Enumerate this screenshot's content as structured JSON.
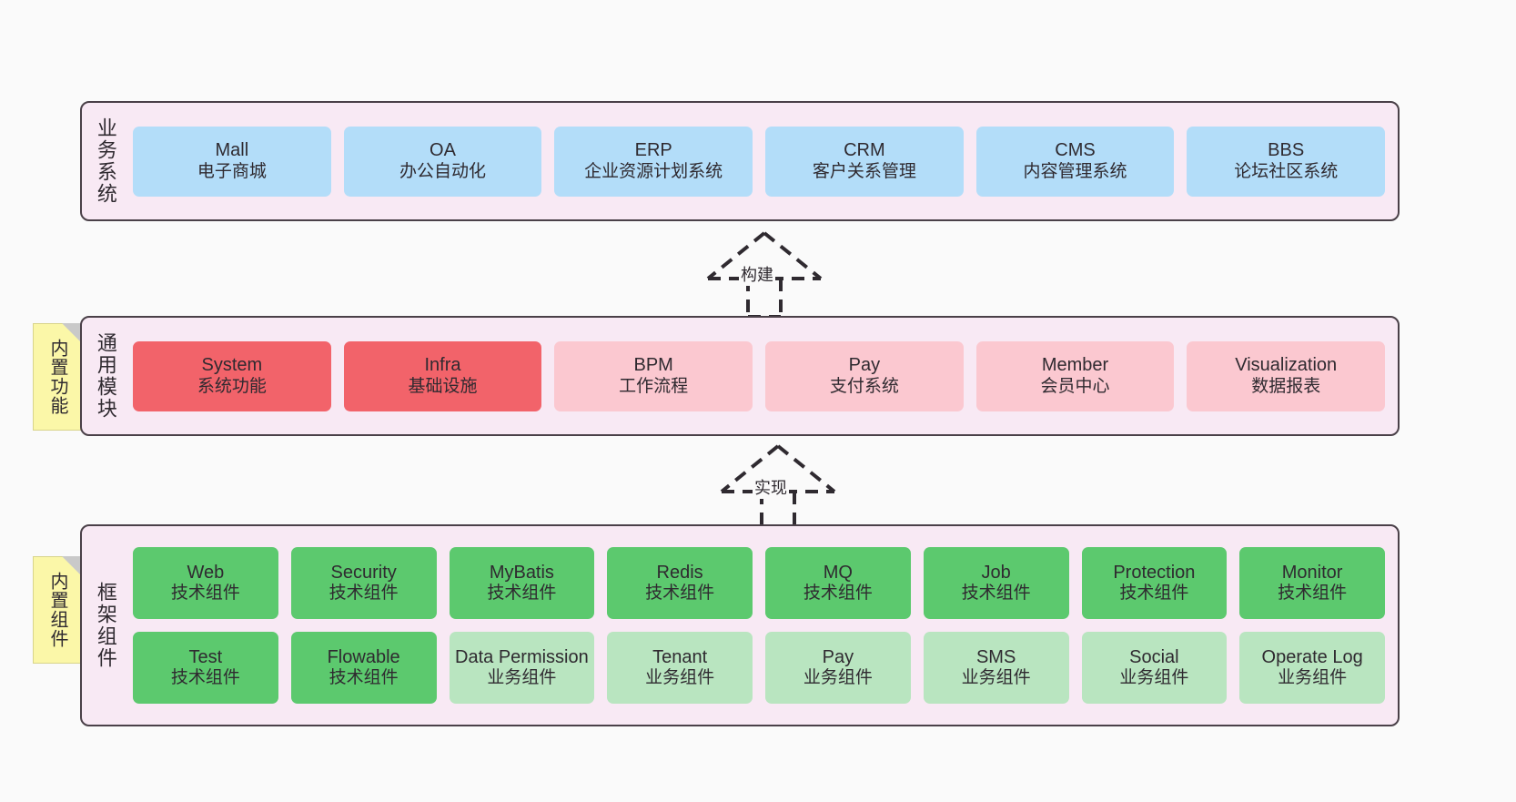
{
  "layers": [
    {
      "key": "business",
      "title": "业务系统",
      "cards": [
        {
          "name": "Mall",
          "desc": "电子商城"
        },
        {
          "name": "OA",
          "desc": "办公自动化"
        },
        {
          "name": "ERP",
          "desc": "企业资源计划系统"
        },
        {
          "name": "CRM",
          "desc": "客户关系管理"
        },
        {
          "name": "CMS",
          "desc": "内容管理系统"
        },
        {
          "name": "BBS",
          "desc": "论坛社区系统"
        }
      ]
    },
    {
      "key": "common",
      "title": "通用模块",
      "sticky": "内置功能",
      "cards": [
        {
          "name": "System",
          "desc": "系统功能",
          "tone": "red"
        },
        {
          "name": "Infra",
          "desc": "基础设施",
          "tone": "red"
        },
        {
          "name": "BPM",
          "desc": "工作流程",
          "tone": "pink"
        },
        {
          "name": "Pay",
          "desc": "支付系统",
          "tone": "pink"
        },
        {
          "name": "Member",
          "desc": "会员中心",
          "tone": "pink"
        },
        {
          "name": "Visualization",
          "desc": "数据报表",
          "tone": "pink"
        }
      ]
    },
    {
      "key": "framework",
      "title": "框架组件",
      "sticky": "内置组件",
      "rows": [
        [
          {
            "name": "Web",
            "desc": "技术组件",
            "tone": "green"
          },
          {
            "name": "Security",
            "desc": "技术组件",
            "tone": "green"
          },
          {
            "name": "MyBatis",
            "desc": "技术组件",
            "tone": "green"
          },
          {
            "name": "Redis",
            "desc": "技术组件",
            "tone": "green"
          },
          {
            "name": "MQ",
            "desc": "技术组件",
            "tone": "green"
          },
          {
            "name": "Job",
            "desc": "技术组件",
            "tone": "green"
          },
          {
            "name": "Protection",
            "desc": "技术组件",
            "tone": "green"
          },
          {
            "name": "Monitor",
            "desc": "技术组件",
            "tone": "green"
          }
        ],
        [
          {
            "name": "Test",
            "desc": "技术组件",
            "tone": "green"
          },
          {
            "name": "Flowable",
            "desc": "技术组件",
            "tone": "green"
          },
          {
            "name": "Data Permission",
            "desc": "业务组件",
            "tone": "lgreen"
          },
          {
            "name": "Tenant",
            "desc": "业务组件",
            "tone": "lgreen"
          },
          {
            "name": "Pay",
            "desc": "业务组件",
            "tone": "lgreen"
          },
          {
            "name": "SMS",
            "desc": "业务组件",
            "tone": "lgreen"
          },
          {
            "name": "Social",
            "desc": "业务组件",
            "tone": "lgreen"
          },
          {
            "name": "Operate Log",
            "desc": "业务组件",
            "tone": "lgreen"
          }
        ]
      ]
    }
  ],
  "connectors": [
    {
      "key": "build",
      "label": "构建"
    },
    {
      "key": "implement",
      "label": "实现"
    }
  ],
  "colors": {
    "panel_bg": "#f8e9f4",
    "panel_border": "#4a4048",
    "business_card": "#b3ddf9",
    "module_strong": "#f2636a",
    "module_soft": "#fbc8d0",
    "component_strong": "#5cc96e",
    "component_soft": "#b9e5c0",
    "sticky": "#fbf7a8",
    "canvas": "#fafafa"
  }
}
